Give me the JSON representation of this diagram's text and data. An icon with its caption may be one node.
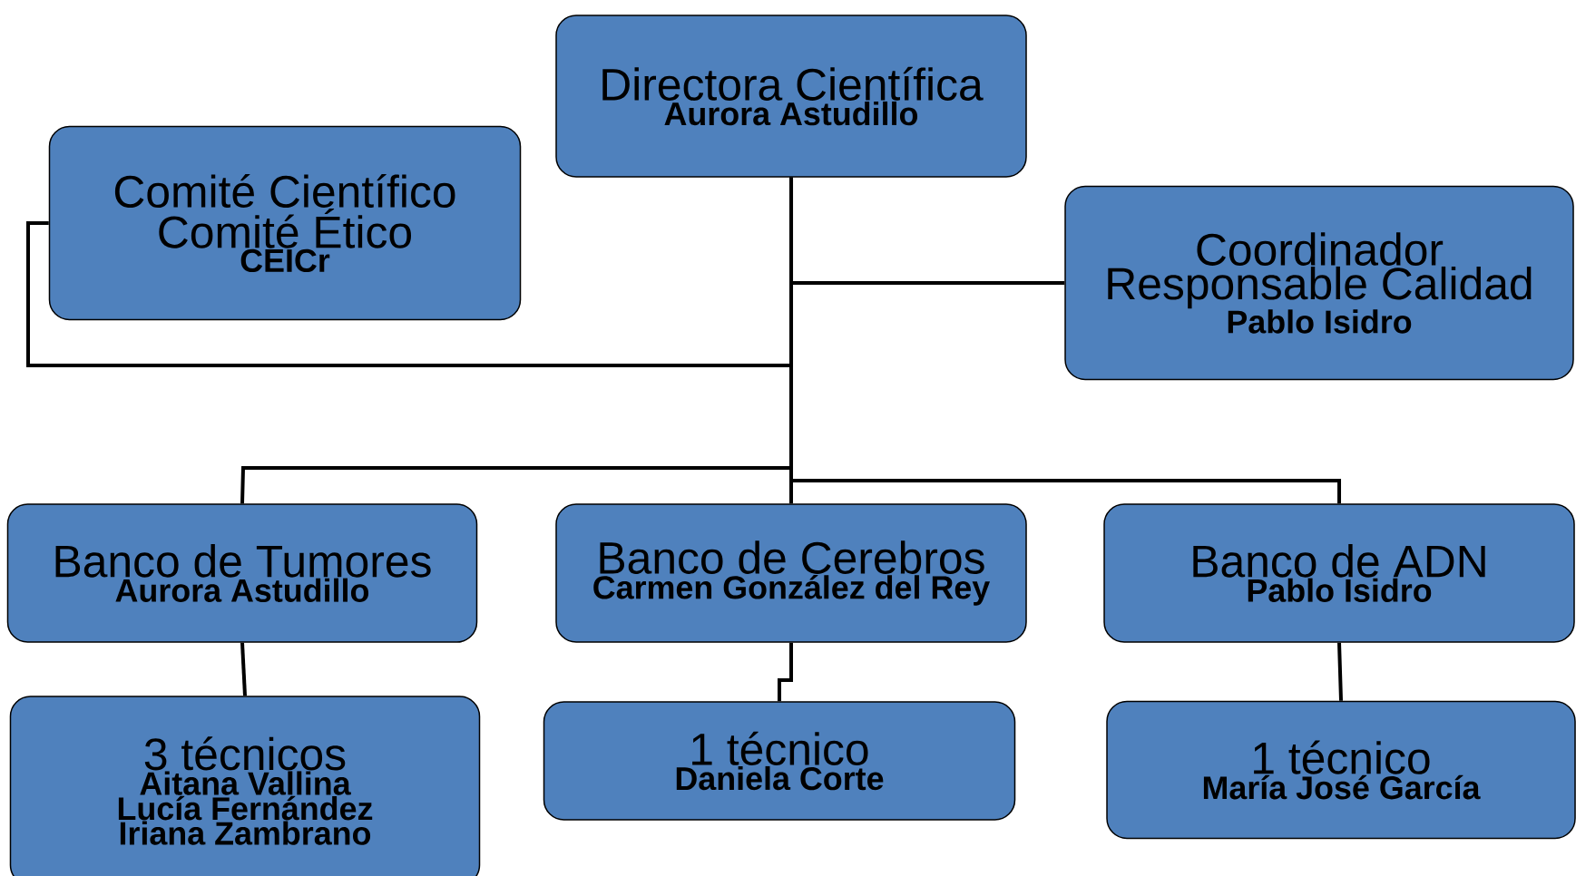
{
  "diagram": {
    "nodes": [
      {
        "text": [
          "Directora Científica",
          "Aurora Astudillo"
        ]
      },
      {
        "text": [
          "Comité Científico",
          "Comité Ético",
          "CEICr"
        ]
      },
      {
        "text": [
          "Coordinador",
          "Responsable Calidad",
          "Pablo Isidro"
        ]
      },
      {
        "text": [
          "Banco de Tumores",
          "Aurora Astudillo"
        ]
      },
      {
        "text": [
          "Banco de Cerebros",
          "Carmen González del Rey"
        ]
      },
      {
        "text": [
          "Banco de ADN",
          "Pablo Isidro"
        ]
      },
      {
        "text": [
          "3 técnicos",
          "Aitana Vallina",
          "Lucía Fernández",
          "Iriana Zambrano"
        ]
      },
      {
        "text": [
          "1 técnico",
          "Daniela Corte"
        ]
      },
      {
        "text": [
          "1 técnico",
          "María José García"
        ]
      }
    ],
    "edges": [
      {
        "from": 0,
        "to": 1,
        "arrow": "none"
      },
      {
        "from": 0,
        "to": 2,
        "arrow": "none"
      },
      {
        "from": 0,
        "to": 3,
        "arrow": "none"
      },
      {
        "from": 0,
        "to": 4,
        "arrow": "none"
      },
      {
        "from": 0,
        "to": 5,
        "arrow": "none"
      },
      {
        "from": 3,
        "to": 6,
        "arrow": "none"
      },
      {
        "from": 4,
        "to": 7,
        "arrow": "none"
      },
      {
        "from": 5,
        "to": 8,
        "arrow": "none"
      }
    ]
  }
}
